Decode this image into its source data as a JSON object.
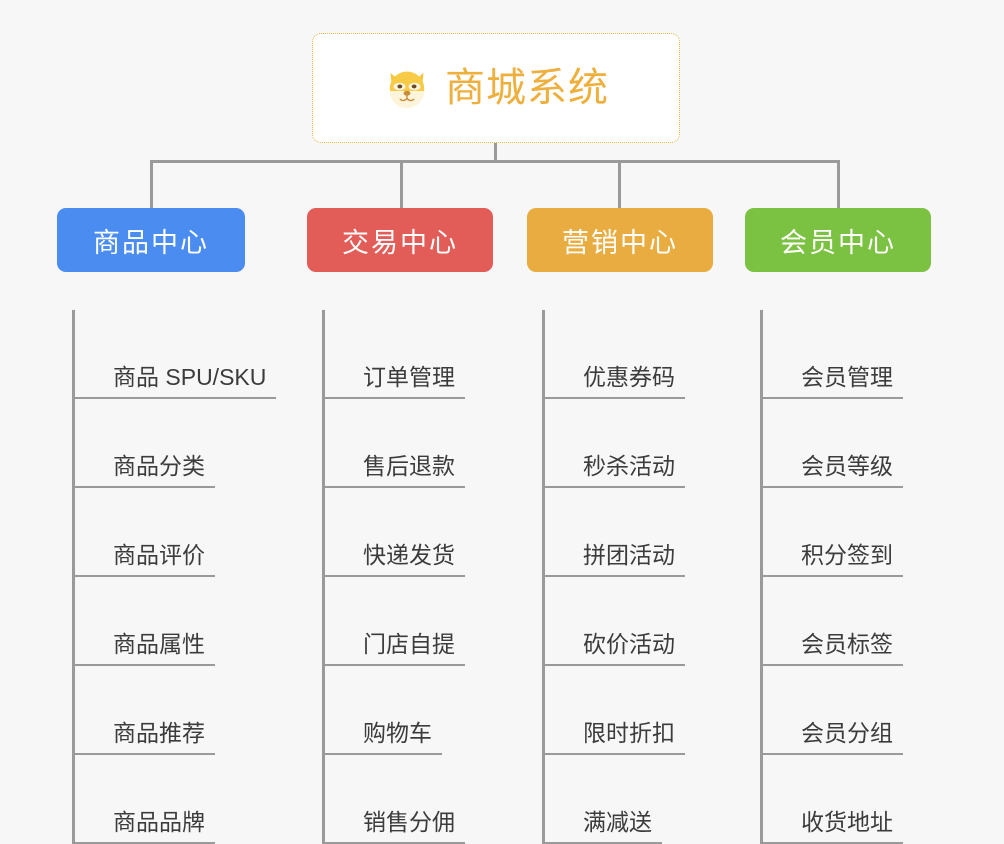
{
  "page": {
    "background_color": "#f7f7f7",
    "title": "商城系统 功能架构图"
  },
  "root": {
    "label": "商城系统",
    "icon": "dog-face-icon",
    "text_color": "#eeaf3c",
    "border_color": "#e9b64a",
    "background_color": "#ffffff"
  },
  "connector_color": "#9a9a9a",
  "branches": [
    {
      "label": "商品中心",
      "color": "#4a8cf0",
      "items": [
        "商品 SPU/SKU",
        "商品分类",
        "商品评价",
        "商品属性",
        "商品推荐",
        "商品品牌"
      ]
    },
    {
      "label": "交易中心",
      "color": "#e25c58",
      "items": [
        "订单管理",
        "售后退款",
        "快递发货",
        "门店自提",
        "购物车",
        "销售分佣"
      ]
    },
    {
      "label": "营销中心",
      "color": "#e9ac41",
      "items": [
        "优惠券码",
        "秒杀活动",
        "拼团活动",
        "砍价活动",
        "限时折扣",
        "满减送"
      ]
    },
    {
      "label": "会员中心",
      "color": "#7cc242",
      "items": [
        "会员管理",
        "会员等级",
        "积分签到",
        "会员标签",
        "会员分组",
        "收货地址"
      ]
    }
  ]
}
